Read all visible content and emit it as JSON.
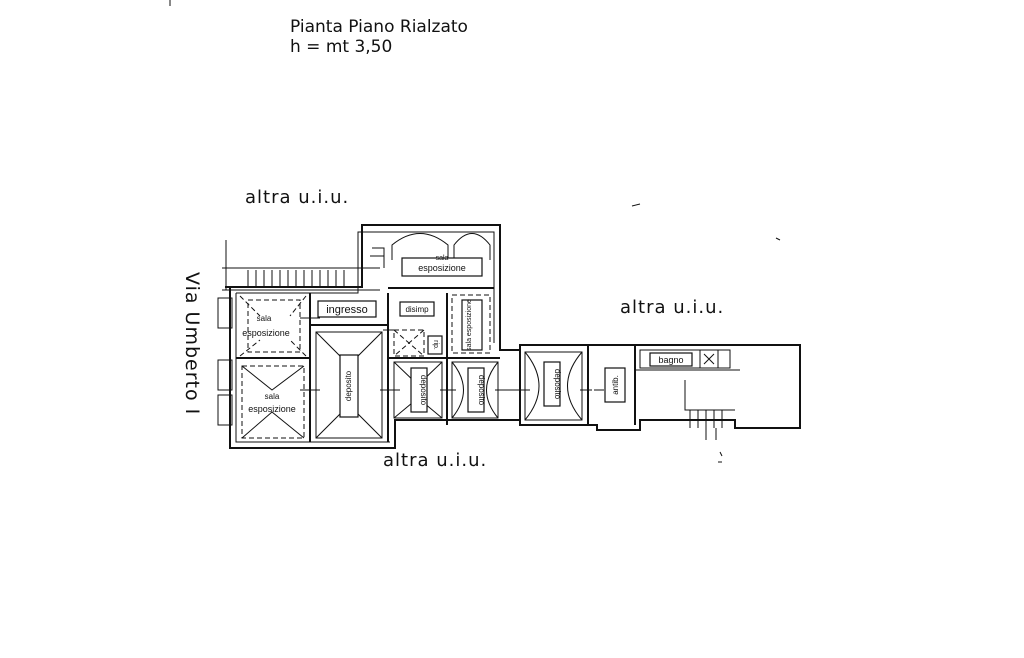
{
  "title": {
    "line1": "Pianta Piano Rialzato",
    "line2": "h = mt 3,50"
  },
  "neighbors": {
    "top": "altra  u.i.u.",
    "right": "altra  u.i.u.",
    "bottom": "altra  u.i.u."
  },
  "street": "Via Umberto I",
  "rooms": {
    "sala_top_1": "sala",
    "sala_top_2": "esposizione",
    "sala_nw_1": "sala",
    "sala_nw_2": "esposizione",
    "sala_sw_1": "sala",
    "sala_sw_2": "esposizione",
    "ingresso": "ingresso",
    "disimp": "disimp",
    "rip": "rip.",
    "sala_mid": "sala esposizione",
    "deposito_1": "deposito",
    "deposito_2": "deposito",
    "deposito_3": "deposito",
    "deposito_4": "deposito",
    "antib": "antib.",
    "bagno": "bagno"
  }
}
